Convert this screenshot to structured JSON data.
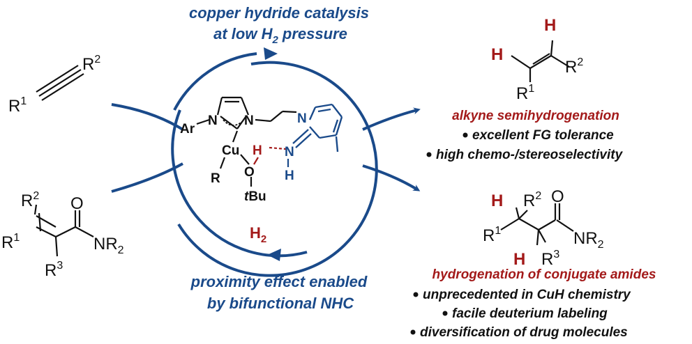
{
  "top_caption": {
    "line1": "copper hydride catalysis",
    "line2_prefix": "at low H",
    "line2_sub": "2",
    "line2_suffix": " pressure"
  },
  "bottom_caption": {
    "line1": "proximity effect enabled",
    "line2": "by bifunctional NHC"
  },
  "cycle": {
    "h2": "H",
    "h2_sub": "2"
  },
  "catalyst": {
    "ar": "Ar",
    "n1": "N",
    "n2": "N",
    "cu": "Cu",
    "r": "R",
    "o": "O",
    "tbu_t": "t",
    "tbu_bu": "Bu",
    "h_bond": "H",
    "n_pyridine": "N",
    "n_imine": "N",
    "h_nh": "H"
  },
  "alkyne": {
    "r1": "R",
    "r1_sup": "1",
    "r2": "R",
    "r2_sup": "2"
  },
  "enamide": {
    "r1": "R",
    "r1_sup": "1",
    "r2": "R",
    "r2_sup": "2",
    "r3": "R",
    "r3_sup": "3",
    "o": "O",
    "nr2": "NR",
    "nr2_sub": "2"
  },
  "alkene": {
    "h1": "H",
    "h2": "H",
    "r1": "R",
    "r1_sup": "1",
    "r2": "R",
    "r2_sup": "2"
  },
  "amide": {
    "h1": "H",
    "h2": "H",
    "r1": "R",
    "r1_sup": "1",
    "r2": "R",
    "r2_sup": "2",
    "r3": "R",
    "r3_sup": "3",
    "o": "O",
    "nr2": "NR",
    "nr2_sub": "2"
  },
  "semihydrogenation": {
    "title": "alkyne semihydrogenation",
    "bullets": [
      "excellent FG tolerance",
      "high chemo-/stereoselectivity"
    ]
  },
  "hydrogenation": {
    "title": "hydrogenation of conjugate amides",
    "bullets": [
      "unprecedented in CuH chemistry",
      "facile deuterium labeling",
      "diversification of drug molecules"
    ]
  },
  "colors": {
    "blue": "#1a4a8a",
    "red": "#a31a1a",
    "black": "#111111"
  }
}
